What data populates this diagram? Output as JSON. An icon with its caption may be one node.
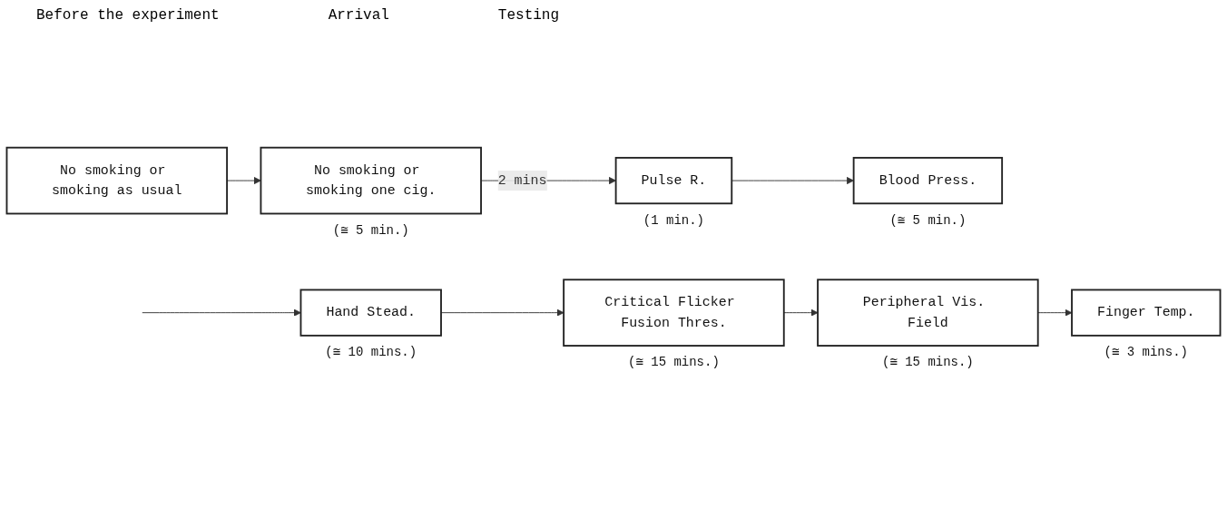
{
  "diagram": {
    "nodes": [
      {
        "text": [
          "No smoking or smoking as usual"
        ]
      },
      {
        "text": [
          "No smoking or smoking one cig."
        ],
        "beside": [
          "(≅ 5 min.)"
        ]
      },
      {
        "text": [
          "Pulse R."
        ],
        "beside": [
          "(1 min.)"
        ]
      },
      {
        "text": [
          "Blood Press."
        ],
        "beside": [
          "(≅ 5 min.)"
        ]
      },
      {
        "text": [
          "Hand Stead."
        ],
        "beside": [
          "(≅ 10 mins.)"
        ]
      },
      {
        "text": [
          "Critical Flicker Fusion Thres."
        ],
        "beside": [
          "(≅ 15 mins.)"
        ]
      },
      {
        "text": [
          "Peripheral Vis. Field"
        ],
        "beside": [
          "(≅ 15 mins.)"
        ]
      },
      {
        "text": [
          "Finger Temp."
        ],
        "beside": [
          "(≅ 3 mins.)"
        ]
      }
    ],
    "edges": [
      {
        "from": 0,
        "to": 1,
        "arrow": "to"
      },
      {
        "from": 1,
        "to": 2,
        "arrow": "to",
        "label": "2 mins"
      },
      {
        "from": 2,
        "to": 3,
        "arrow": "to"
      },
      {
        "from": null,
        "to": 4,
        "arrow": "to"
      },
      {
        "from": 4,
        "to": 5,
        "arrow": "to"
      },
      {
        "from": 5,
        "to": 6,
        "arrow": "to"
      },
      {
        "from": 6,
        "to": 7,
        "arrow": "to"
      }
    ],
    "labels": [
      "Before the experiment",
      "Arrival",
      "Testing"
    ]
  }
}
